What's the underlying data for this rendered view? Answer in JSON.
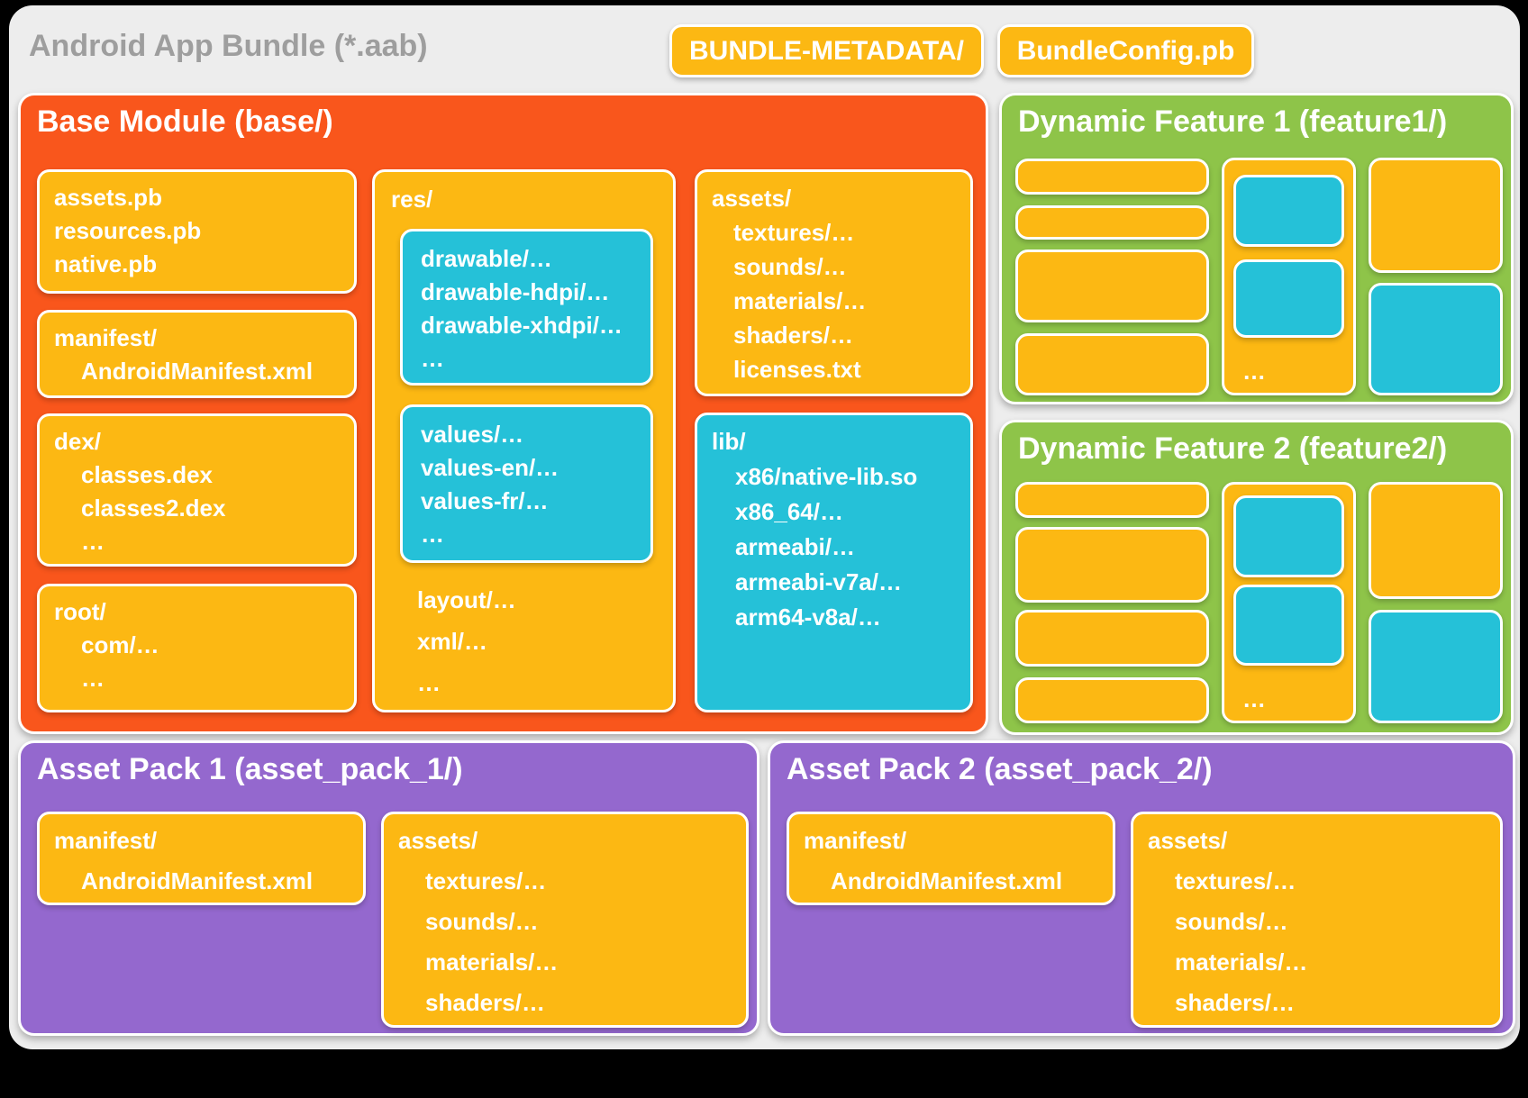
{
  "title": "Android App Bundle (*.aab)",
  "badges": {
    "metadata": "BUNDLE-METADATA/",
    "config": "BundleConfig.pb"
  },
  "colors": {
    "orange": "#F9561C",
    "yellow": "#FCB813",
    "teal": "#25C1D8",
    "green": "#8EC449",
    "purple": "#9468CE",
    "canvas": "#EDEDED",
    "titlegray": "#9E9E9E"
  },
  "base": {
    "header": "Base Module (base/)",
    "proto": [
      "assets.pb",
      "resources.pb",
      "native.pb"
    ],
    "manifest": {
      "title": "manifest/",
      "items": [
        "AndroidManifest.xml"
      ]
    },
    "dex": {
      "title": "dex/",
      "items": [
        "classes.dex",
        "classes2.dex",
        "…"
      ]
    },
    "root": {
      "title": "root/",
      "items": [
        "com/…",
        "…"
      ]
    },
    "res": {
      "title": "res/",
      "drawable": [
        "drawable/…",
        "drawable-hdpi/…",
        "drawable-xhdpi/…",
        "…"
      ],
      "values": [
        "values/…",
        "values-en/…",
        "values-fr/…",
        "…"
      ],
      "rest": [
        "layout/…",
        "xml/…",
        "…"
      ]
    },
    "assets": {
      "title": "assets/",
      "items": [
        "textures/…",
        "sounds/…",
        "materials/…",
        "shaders/…",
        "licenses.txt"
      ]
    },
    "lib": {
      "title": "lib/",
      "items": [
        "x86/native-lib.so",
        "x86_64/…",
        "armeabi/…",
        "armeabi-v7a/…",
        "arm64-v8a/…"
      ]
    }
  },
  "feature1": {
    "header": "Dynamic Feature 1 (feature1/)",
    "ellipsis": "…"
  },
  "feature2": {
    "header": "Dynamic Feature 2 (feature2/)",
    "ellipsis": "…"
  },
  "asset_pack_1": {
    "header": "Asset Pack 1 (asset_pack_1/)",
    "manifest": {
      "title": "manifest/",
      "items": [
        "AndroidManifest.xml"
      ]
    },
    "assets": {
      "title": "assets/",
      "items": [
        "textures/…",
        "sounds/…",
        "materials/…",
        "shaders/…"
      ]
    }
  },
  "asset_pack_2": {
    "header": "Asset Pack 2 (asset_pack_2/)",
    "manifest": {
      "title": "manifest/",
      "items": [
        "AndroidManifest.xml"
      ]
    },
    "assets": {
      "title": "assets/",
      "items": [
        "textures/…",
        "sounds/…",
        "materials/…",
        "shaders/…"
      ]
    }
  }
}
